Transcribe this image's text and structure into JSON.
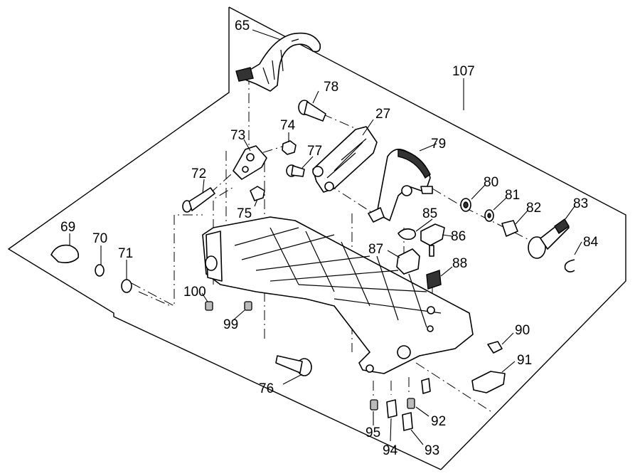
{
  "assembly_label": "107",
  "parts": [
    {
      "id": "p65",
      "number": "65"
    },
    {
      "id": "p78",
      "number": "78"
    },
    {
      "id": "p27",
      "number": "27"
    },
    {
      "id": "p73",
      "number": "73"
    },
    {
      "id": "p74",
      "number": "74"
    },
    {
      "id": "p77",
      "number": "77"
    },
    {
      "id": "p79",
      "number": "79"
    },
    {
      "id": "p72",
      "number": "72"
    },
    {
      "id": "p80",
      "number": "80"
    },
    {
      "id": "p81",
      "number": "81"
    },
    {
      "id": "p82",
      "number": "82"
    },
    {
      "id": "p83",
      "number": "83"
    },
    {
      "id": "p75",
      "number": "75"
    },
    {
      "id": "p85",
      "number": "85"
    },
    {
      "id": "p86",
      "number": "86"
    },
    {
      "id": "p69",
      "number": "69"
    },
    {
      "id": "p70",
      "number": "70"
    },
    {
      "id": "p71",
      "number": "71"
    },
    {
      "id": "p84",
      "number": "84"
    },
    {
      "id": "p87",
      "number": "87"
    },
    {
      "id": "p88",
      "number": "88"
    },
    {
      "id": "p100",
      "number": "100"
    },
    {
      "id": "p99",
      "number": "99"
    },
    {
      "id": "p90",
      "number": "90"
    },
    {
      "id": "p91",
      "number": "91"
    },
    {
      "id": "p76",
      "number": "76"
    },
    {
      "id": "p92",
      "number": "92"
    },
    {
      "id": "p95",
      "number": "95"
    },
    {
      "id": "p93",
      "number": "93"
    },
    {
      "id": "p94",
      "number": "94"
    }
  ]
}
